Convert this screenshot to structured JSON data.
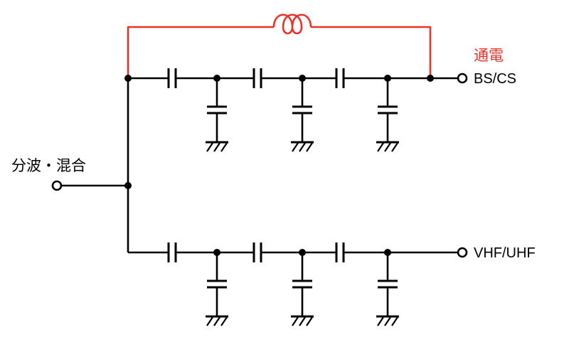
{
  "diagram": {
    "kind": "circuit-schematic",
    "labels": {
      "input": "分波・混合",
      "power_pass": "通電",
      "bs_cs": "BS/CS",
      "vhf_uhf": "VHF/UHF"
    },
    "colors": {
      "wire": "#000000",
      "text": "#000000",
      "power_path": "#e8332a",
      "background": "#ffffff"
    },
    "circuit": {
      "input": {
        "terminal": "open-circle",
        "label": "分波・混合"
      },
      "branches": [
        {
          "output_label": "BS/CS",
          "series_capacitors": 3,
          "shunt_capacitors_to_ground": 3,
          "power_pass_bypass": {
            "component": "inductor",
            "label": "通電",
            "highlighted": true
          }
        },
        {
          "output_label": "VHF/UHF",
          "series_capacitors": 3,
          "shunt_capacitors_to_ground": 3
        }
      ]
    }
  }
}
